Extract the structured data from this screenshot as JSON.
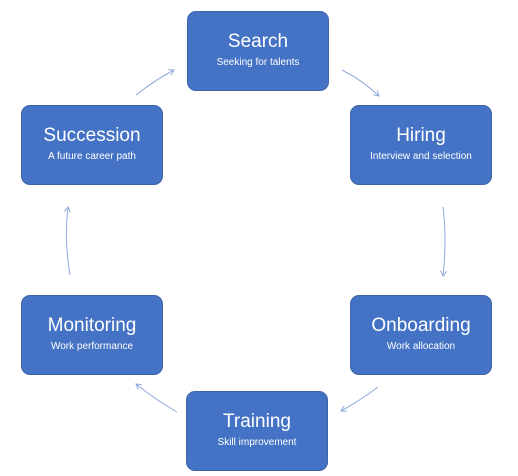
{
  "colors": {
    "stage_fill": "#4472c4",
    "stage_text": "#ffffff",
    "arrow": "#8faadc"
  },
  "cycle": {
    "stages": [
      {
        "title": "Search",
        "subtitle": "Seeking for talents"
      },
      {
        "title": "Hiring",
        "subtitle": "Interview and selection"
      },
      {
        "title": "Onboarding",
        "subtitle": "Work allocation"
      },
      {
        "title": "Training",
        "subtitle": "Skill improvement"
      },
      {
        "title": "Monitoring",
        "subtitle": "Work performance"
      },
      {
        "title": "Succession",
        "subtitle": "A future career path"
      }
    ]
  }
}
